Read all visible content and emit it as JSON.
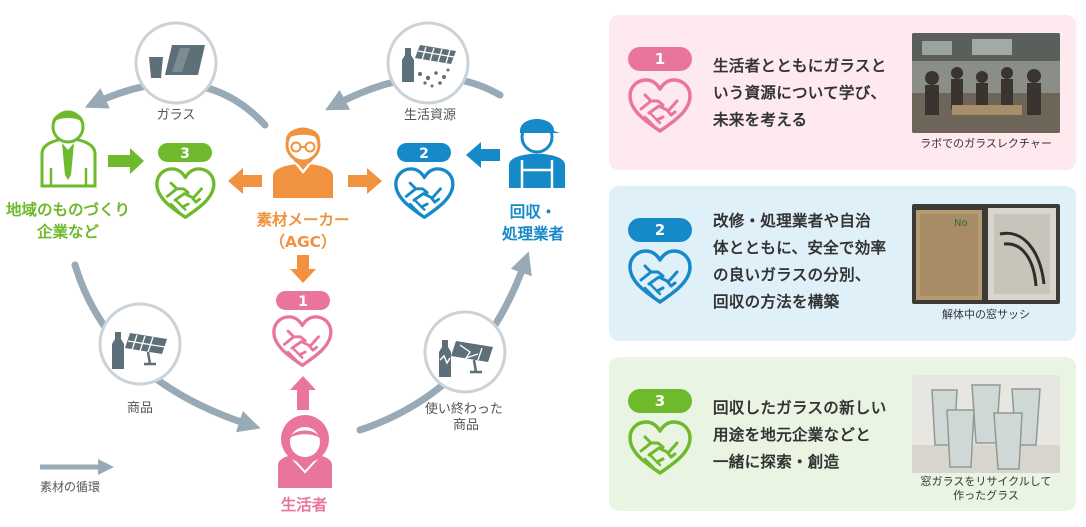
{
  "diagram": {
    "flows": {
      "glass": "ガラス",
      "resources": "生活資源",
      "products": "商品",
      "used_products": "使い終わった商品"
    },
    "actors": {
      "local_companies": [
        "地域のものづくり",
        "企業など"
      ],
      "manufacturer": [
        "素材メーカー",
        "（AGC）"
      ],
      "collectors": [
        "回収・",
        "処理業者"
      ],
      "consumers": "生活者"
    },
    "badges": [
      "1",
      "2",
      "3"
    ],
    "legend": "素材の循環",
    "colors": {
      "green": "#6fb92c",
      "orange": "#f0923f",
      "blue": "#1689c9",
      "pink": "#e9769a",
      "gray": "#97aab5"
    }
  },
  "panels": [
    {
      "number": "1",
      "text": [
        "生活者とともにガラスと",
        "いう資源について学び、",
        "未来を考える"
      ],
      "caption": [
        "ラボでのガラスレクチャー"
      ],
      "bg": "#fde9ee",
      "accent": "#e9769a",
      "icon": "handshake-heart-icon"
    },
    {
      "number": "2",
      "text": [
        "改修・処理業者や自治",
        "体とともに、安全で効率",
        "の良いガラスの分別、",
        "回収の方法を構築"
      ],
      "caption": [
        "解体中の窓サッシ"
      ],
      "bg": "#dff0f9",
      "accent": "#1689c9",
      "icon": "handshake-heart-icon"
    },
    {
      "number": "3",
      "text": [
        "回収したガラスの新しい",
        "用途を地元企業などと",
        "一緒に探索・創造"
      ],
      "caption": [
        "窓ガラスをリサイクルして",
        "作ったグラス"
      ],
      "bg": "#eaf4e3",
      "accent": "#6fb92c",
      "icon": "handshake-heart-icon"
    }
  ]
}
